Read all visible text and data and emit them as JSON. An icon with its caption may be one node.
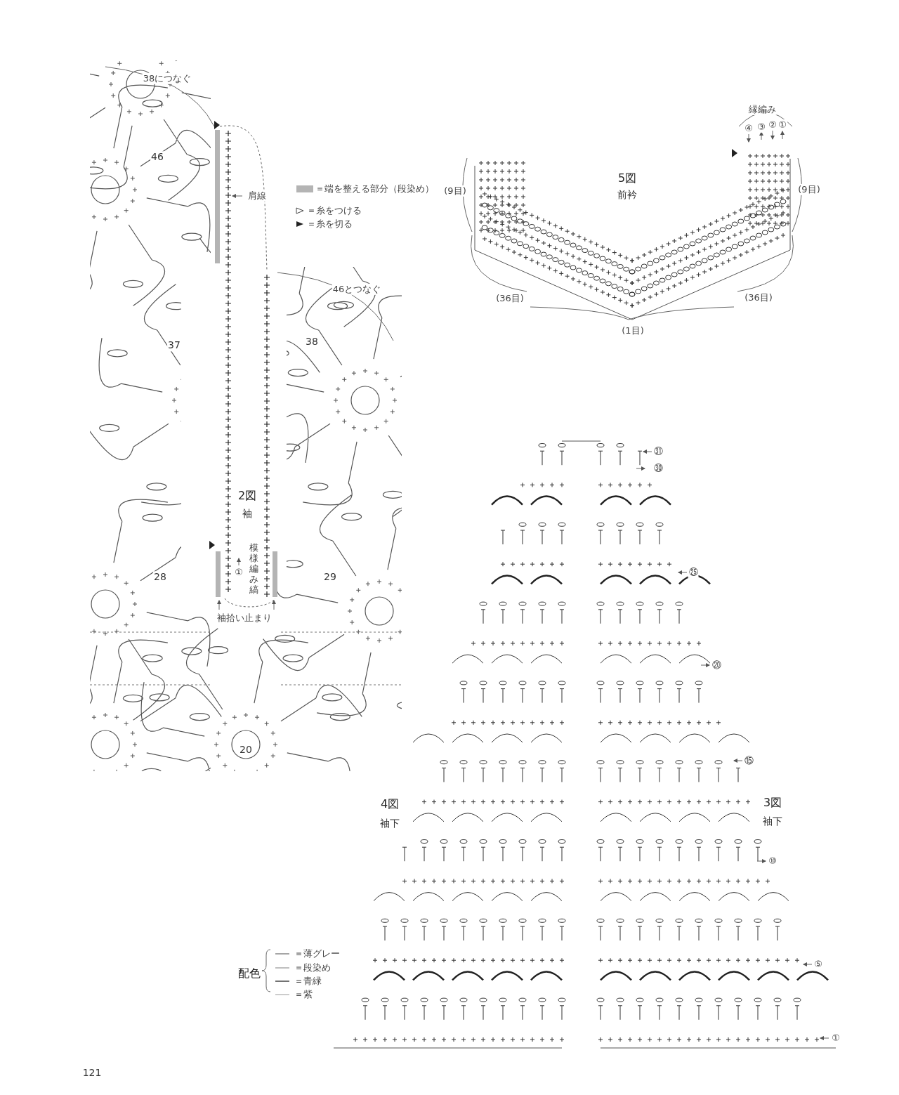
{
  "diagram": {
    "labels": [
      "38につなぐ",
      "46",
      "肩線",
      "縁編み",
      "④",
      "③",
      "②",
      "①",
      "5図",
      "(9目)",
      "前衿",
      "(9目)",
      "(36目)",
      "(36目)",
      "(1目)",
      "46とつなぐ",
      "37",
      "38",
      "2図",
      "袖",
      "①",
      "模様編み縞",
      "28",
      "29",
      "袖拾い止まり",
      "20",
      "㉛",
      "㉚",
      "㉕",
      "⑳",
      "⑮",
      "4図",
      "袖下",
      "3図",
      "袖下",
      "⑩",
      "⑤",
      "①",
      "配色",
      "121"
    ],
    "legend": [
      {
        "text": "＝端を整える部分（段染め）",
        "color": "#b4b4b4"
      },
      {
        "text": "＝糸をつける"
      },
      {
        "text": "＝糸を切る"
      },
      {
        "text": "＝薄グレー"
      },
      {
        "text": "＝段染め"
      },
      {
        "text": "＝青緑"
      },
      {
        "text": "＝紫"
      }
    ]
  }
}
